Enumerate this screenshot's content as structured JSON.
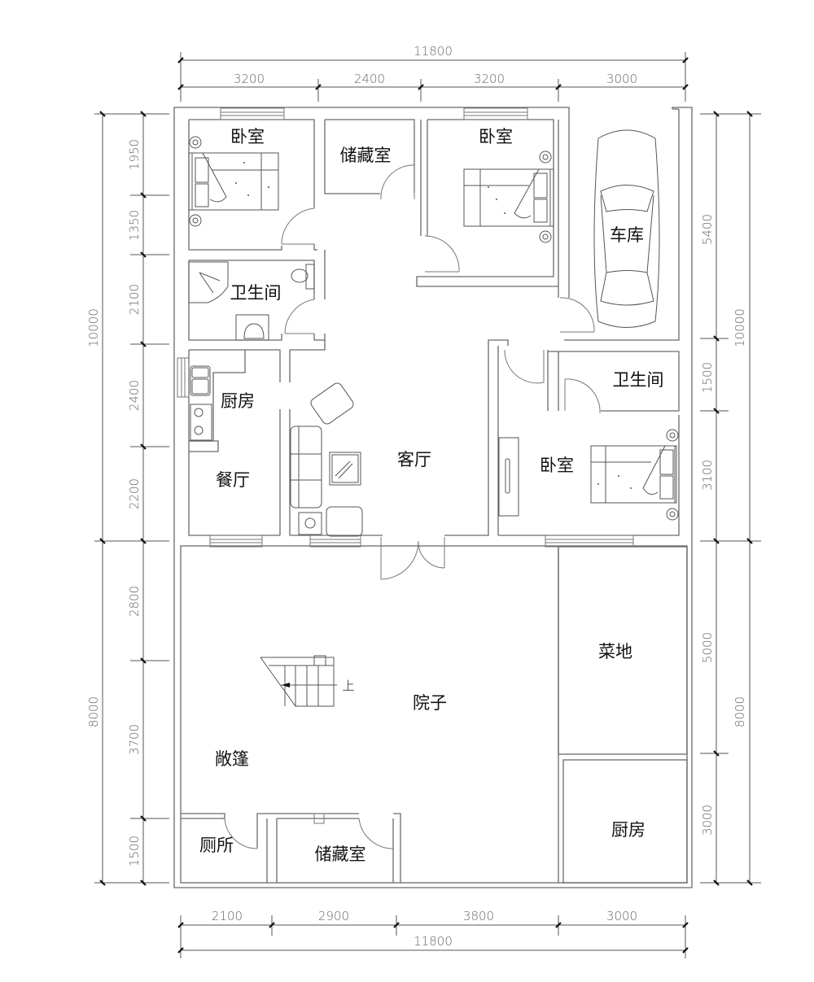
{
  "plan": {
    "rooms": {
      "bedroom_nw": "卧室",
      "storage_top": "储藏室",
      "bedroom_n": "卧室",
      "garage": "车库",
      "bathroom_w": "卫生间",
      "kitchen_w": "厨房",
      "dining": "餐厅",
      "living": "客厅",
      "bathroom_e": "卫生间",
      "bedroom_e": "卧室",
      "vegetable_garden": "菜地",
      "courtyard": "院子",
      "canopy": "敞篷",
      "toilet": "厕所",
      "storage_bottom": "储藏室",
      "kitchen_se": "厨房",
      "stair_up": "上"
    },
    "dimensions": {
      "top_total": "11800",
      "top_segments": [
        "3200",
        "2400",
        "3200",
        "3000"
      ],
      "bottom_total": "11800",
      "bottom_segments": [
        "2100",
        "2900",
        "3800",
        "3000"
      ],
      "left_upper_total": "10000",
      "left_upper_segments": [
        "1950",
        "1350",
        "2100",
        "2400",
        "2200"
      ],
      "left_lower_total": "8000",
      "left_lower_segments": [
        "2800",
        "3700",
        "1500"
      ],
      "right_upper_total": "10000",
      "right_upper_segments": [
        "5400",
        "1500",
        "3100"
      ],
      "right_lower_total": "8000",
      "right_lower_segments": [
        "5000",
        "3000"
      ]
    },
    "colors": {
      "wall": "#6a6a6a",
      "dimension_text": "#666666",
      "room_label": "#111111"
    }
  }
}
